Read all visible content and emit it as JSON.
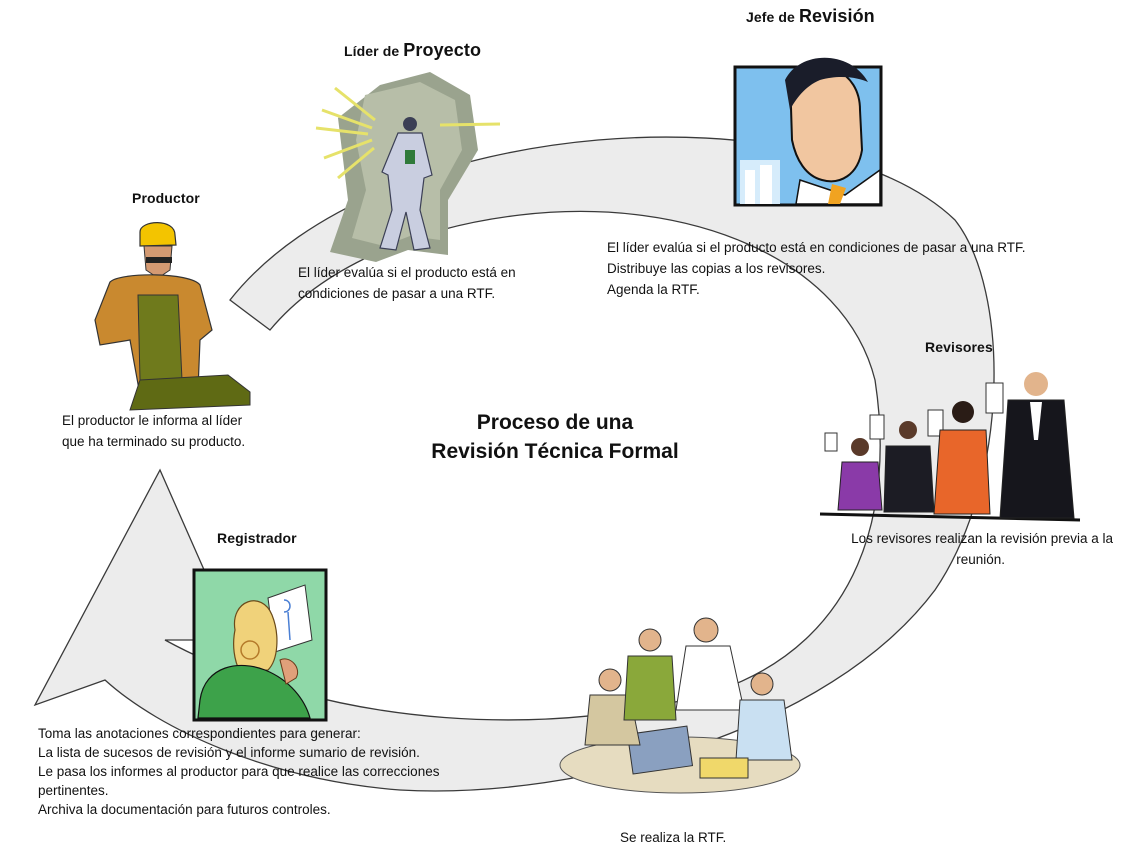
{
  "diagram": {
    "title_lines": [
      "Proceso de una",
      "Revisión Técnica Formal"
    ],
    "roles": {
      "lider": {
        "small": "Líder de",
        "big": "Proyecto"
      },
      "jefe": {
        "small": "Jefe de",
        "big": "Revisión"
      },
      "productor": "Productor",
      "revisores": "Revisores",
      "registrador": "Registrador"
    },
    "texts": {
      "productor": [
        "El productor le informa al líder",
        "que ha terminado su producto."
      ],
      "lider": [
        "El líder evalúa si el producto está en",
        "condiciones de pasar a una RTF."
      ],
      "jefe": [
        "El líder evalúa si el producto está en condiciones de pasar a una RTF.",
        "Distribuye las copias a los revisores.",
        "Agenda la RTF."
      ],
      "revisores": [
        "Los revisores realizan la revisión previa a la",
        "reunión."
      ],
      "reunion": "Se realiza la RTF.",
      "registrador": [
        "Toma las anotaciones correspondientes para generar:",
        "La lista de sucesos de revisión y el informe sumario de revisión.",
        "Le pasa los informes al productor para que realice las correcciones",
        "pertinentes.",
        "Archiva la documentación para futuros controles."
      ]
    },
    "colors": {
      "arrow_fill": "#ececec",
      "arrow_stroke": "#3a3a3a"
    }
  }
}
